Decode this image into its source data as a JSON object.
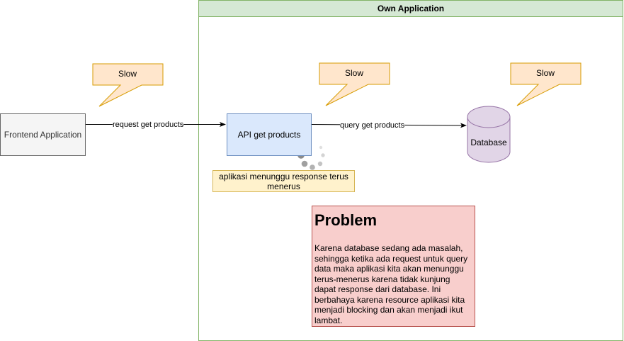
{
  "group": {
    "title": "Own Application",
    "stroke": "#82b366",
    "fill": "#d5e8d4"
  },
  "nodes": {
    "frontend": "Frontend Application",
    "api": "API get products",
    "database": "Database"
  },
  "edges": {
    "request": "request get products",
    "query": "query get products"
  },
  "callouts": [
    "Slow",
    "Slow",
    "Slow"
  ],
  "note": "aplikasi menunggu response terus menerus",
  "problem": {
    "title": "Problem",
    "body": "Karena database sedang ada masalah, sehingga ketika ada request untuk query data maka aplikasi kita akan menunggu terus-menerus karena tidak kunjung dapat response dari database. Ini berbahaya karena resource aplikasi kita menjadi blocking dan akan menjadi ikut lambat."
  },
  "colors": {
    "callout_fill": "#ffe6cc",
    "callout_stroke": "#d79b00",
    "api_fill": "#dae8fc",
    "db_fill": "#e1d5e7",
    "db_stroke": "#9673a6",
    "problem_fill": "#f8cecc",
    "note_fill": "#fff2cc"
  },
  "icons": {
    "loading": "loading-spinner-icon"
  }
}
